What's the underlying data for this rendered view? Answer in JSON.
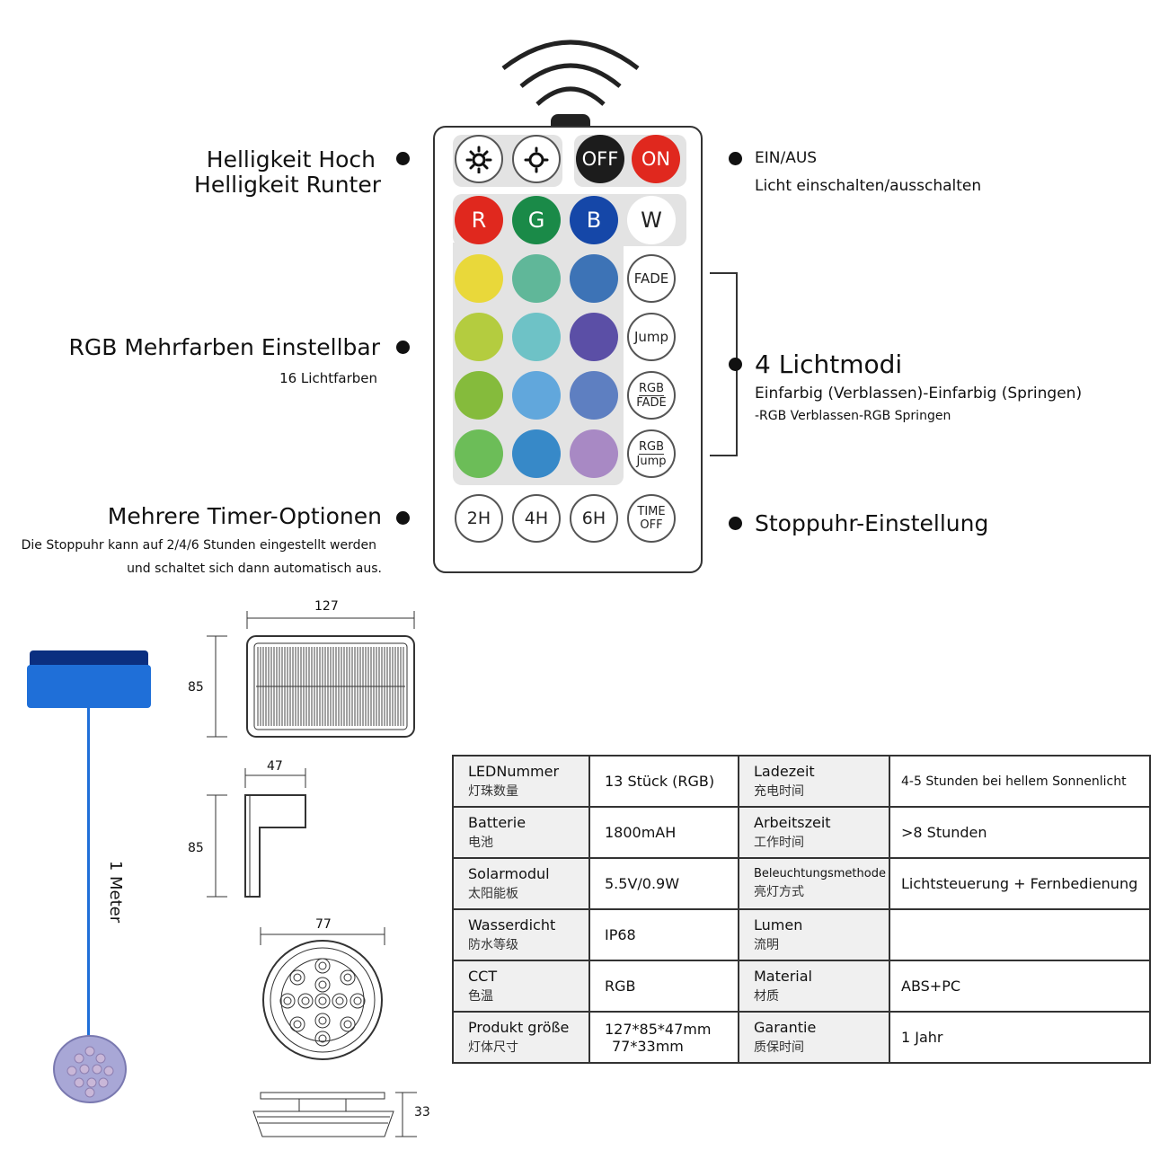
{
  "colors": {
    "off": "#1c1c1c",
    "on": "#e0281e",
    "red": "#e0281e",
    "green": "#1a8a48",
    "blue": "#1547a8",
    "module_blue": "#1f6fd8"
  },
  "features": {
    "brightness": {
      "line1": "Helligkeit Hoch",
      "line2": "Helligkeit Runter"
    },
    "onoff": {
      "title": "EIN/AUS",
      "desc": "Licht einschalten/ausschalten"
    },
    "rgb": {
      "title": "RGB Mehrfarben Einstellbar",
      "desc": "16 Lichtfarben"
    },
    "modes": {
      "title": "4 Lichtmodi",
      "desc1": "Einfarbig (Verblassen)-Einfarbig (Springen)",
      "desc2": "-RGB Verblassen-RGB Springen"
    },
    "timer": {
      "title": "Mehrere Timer-Optionen",
      "desc1": "Die Stoppuhr kann auf 2/4/6 Stunden eingestellt werden",
      "desc2": "und schaltet sich dann automatisch aus."
    },
    "stopwatch": {
      "title": "Stoppuhr-Einstellung"
    }
  },
  "remote": {
    "off": "OFF",
    "on": "ON",
    "rgbw": [
      "R",
      "G",
      "B",
      "W"
    ],
    "modes": [
      "FADE",
      "Jump",
      "RGB",
      "FADE",
      "RGB",
      "Jump"
    ],
    "timers": [
      "2H",
      "4H",
      "6H"
    ],
    "time_off": [
      "TIME",
      "OFF"
    ],
    "grid_colors": [
      "#e9d83a",
      "#60b799",
      "#3d73b6",
      "#b4cc3f",
      "#6ec2c6",
      "#5b4fa6",
      "#85bb3c",
      "#61a7dc",
      "#5e7fc1",
      "#6cbd58",
      "#3789c8",
      "#a889c4"
    ]
  },
  "dims": {
    "w127": "127",
    "h85a": "85",
    "w47": "47",
    "h85b": "85",
    "d77": "77",
    "h33": "33",
    "cable": "1 Meter"
  },
  "specs": [
    {
      "k1": "LEDNummer",
      "k1cn": "灯珠数量",
      "v1": "13 Stück (RGB)",
      "k2": "Ladezeit",
      "k2cn": "充电时间",
      "v2": "4-5 Stunden bei hellem Sonnenlicht"
    },
    {
      "k1": "Batterie",
      "k1cn": "电池",
      "v1": "1800mAH",
      "k2": "Arbeitszeit",
      "k2cn": "工作时间",
      "v2": ">8 Stunden"
    },
    {
      "k1": "Solarmodul",
      "k1cn": "太阳能板",
      "v1": "5.5V/0.9W",
      "k2": "Beleuchtungsmethode",
      "k2cn": "亮灯方式",
      "v2": "Lichtsteuerung + Fernbedienung"
    },
    {
      "k1": "Wasserdicht",
      "k1cn": "防水等级",
      "v1": "IP68",
      "k2": "Lumen",
      "k2cn": "流明",
      "v2": ""
    },
    {
      "k1": "CCT",
      "k1cn": "色温",
      "v1": "RGB",
      "k2": "Material",
      "k2cn": "材质",
      "v2": "ABS+PC"
    },
    {
      "k1": "Produkt größe",
      "k1cn": "灯体尺寸",
      "v1": "127*85*47mm",
      "v1b": "77*33mm",
      "k2": "Garantie",
      "k2cn": "质保时间",
      "v2": "1 Jahr"
    }
  ]
}
